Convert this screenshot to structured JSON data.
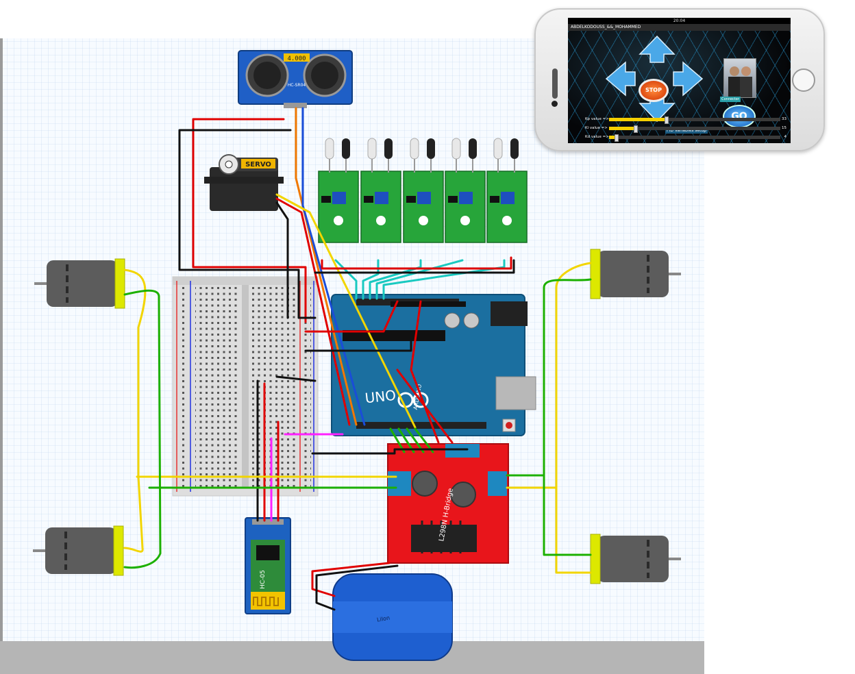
{
  "components": {
    "ultrasonic": {
      "label": "HC-SR04",
      "display": "4.000"
    },
    "servo": {
      "label": "SERVO"
    },
    "arduino": {
      "label": "UNO",
      "brand": "ARDUINO"
    },
    "hbridge": {
      "label": "L298N H-Bridge"
    },
    "bluetooth": {
      "label": "HC-05"
    },
    "battery": {
      "label": "LiIon"
    }
  },
  "colors": {
    "wire_red": "#e00000",
    "wire_black": "#111111",
    "wire_yellow": "#f2d500",
    "wire_green": "#1cb000",
    "wire_blue": "#1a4dd8",
    "wire_orange": "#f07800",
    "wire_cyan": "#19c9c0",
    "wire_magenta": "#ff20ff",
    "arduino_blue": "#1b6fa0",
    "hbridge_red": "#e8151b",
    "sensor_green": "#27a53a",
    "battery_blue": "#1e5fd0"
  },
  "phone": {
    "time": "20:04",
    "app_title": "ABDELKODOUSS_&&_MOHAMMED",
    "stop_label": "STOP",
    "go_label": "GO",
    "connect_label": "Connecter",
    "pid_title": "PID Variables setup",
    "pid": [
      {
        "label": "Kp value =>",
        "value": "33",
        "fraction": 0.33
      },
      {
        "label": "Ki value =>",
        "value": "15",
        "fraction": 0.15
      },
      {
        "label": "Kd value =>",
        "value": "4",
        "fraction": 0.04
      }
    ]
  }
}
